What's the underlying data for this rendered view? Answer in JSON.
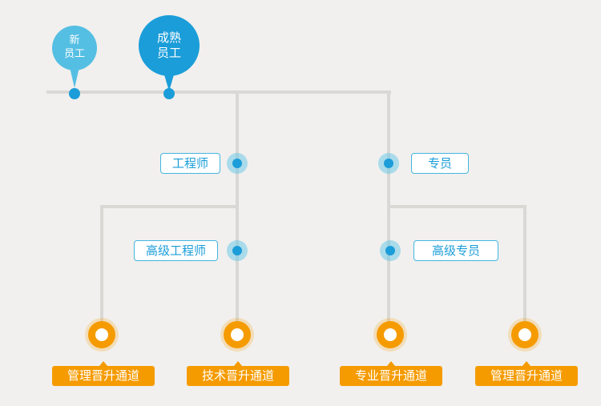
{
  "canvas": {
    "background": "#f1f0ee"
  },
  "colors": {
    "line_gray": "#dad8d4",
    "blue": "#1b9dd9",
    "light_blue": "#55bfe3",
    "halo_blue": "rgba(97,197,231,0.5)",
    "bubble_border": "#45b5e0",
    "orange": "#f59b00",
    "white": "#ffffff"
  },
  "top_nodes": [
    {
      "name": "new-employee",
      "line1": "新",
      "line2": "员工",
      "full": "新员工"
    },
    {
      "name": "mature-employee",
      "line1": "成熟",
      "line2": "员工",
      "full": "成熟员工"
    }
  ],
  "role_labels": [
    {
      "name": "engineer",
      "label": "工程师"
    },
    {
      "name": "specialist",
      "label": "专员"
    },
    {
      "name": "senior-engineer",
      "label": "高级工程师"
    },
    {
      "name": "senior-specialist",
      "label": "高级专员"
    }
  ],
  "channels": [
    {
      "name": "management-left",
      "label": "管理晋升通道"
    },
    {
      "name": "technical",
      "label": "技术晋升通道"
    },
    {
      "name": "professional",
      "label": "专业晋升通道"
    },
    {
      "name": "management-right",
      "label": "管理晋升通道"
    }
  ]
}
